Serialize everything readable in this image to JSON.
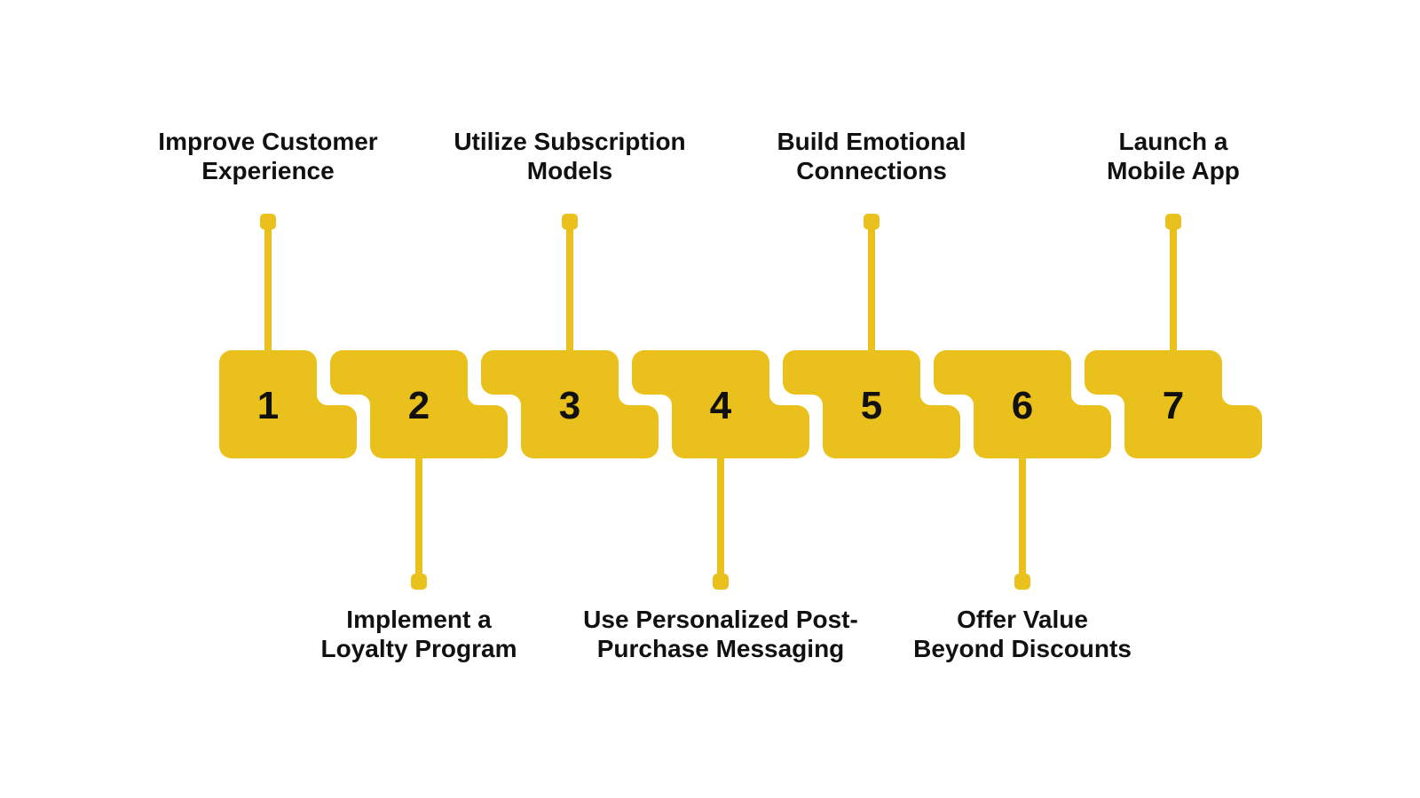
{
  "diagram": {
    "background_color": "#ffffff",
    "accent_color": "#EAC01C",
    "text_color": "#111111",
    "steps": [
      {
        "number": "1",
        "label_position": "top",
        "label_lines": [
          "Improve Customer",
          "Experience"
        ]
      },
      {
        "number": "2",
        "label_position": "bottom",
        "label_lines": [
          "Implement a",
          "Loyalty Program"
        ]
      },
      {
        "number": "3",
        "label_position": "top",
        "label_lines": [
          "Utilize Subscription",
          "Models"
        ]
      },
      {
        "number": "4",
        "label_position": "bottom",
        "label_lines": [
          "Use Personalized Post-",
          "Purchase Messaging"
        ]
      },
      {
        "number": "5",
        "label_position": "top",
        "label_lines": [
          "Build Emotional",
          "Connections"
        ]
      },
      {
        "number": "6",
        "label_position": "bottom",
        "label_lines": [
          "Offer Value",
          "Beyond Discounts"
        ]
      },
      {
        "number": "7",
        "label_position": "top",
        "label_lines": [
          "Launch a",
          "Mobile App"
        ]
      }
    ]
  }
}
